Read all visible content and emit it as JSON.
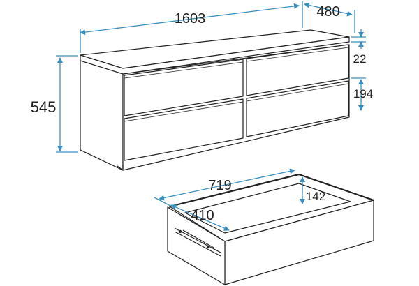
{
  "dimensions": {
    "width": "1603",
    "depth": "480",
    "height": "545",
    "top_thickness": "22",
    "drawer_front_height": "194",
    "drawer_length": "719",
    "drawer_width": "410",
    "drawer_height": "142"
  },
  "colors": {
    "outline": "#222222",
    "dimension_line": "#3a8fc0",
    "background": "#ffffff"
  }
}
